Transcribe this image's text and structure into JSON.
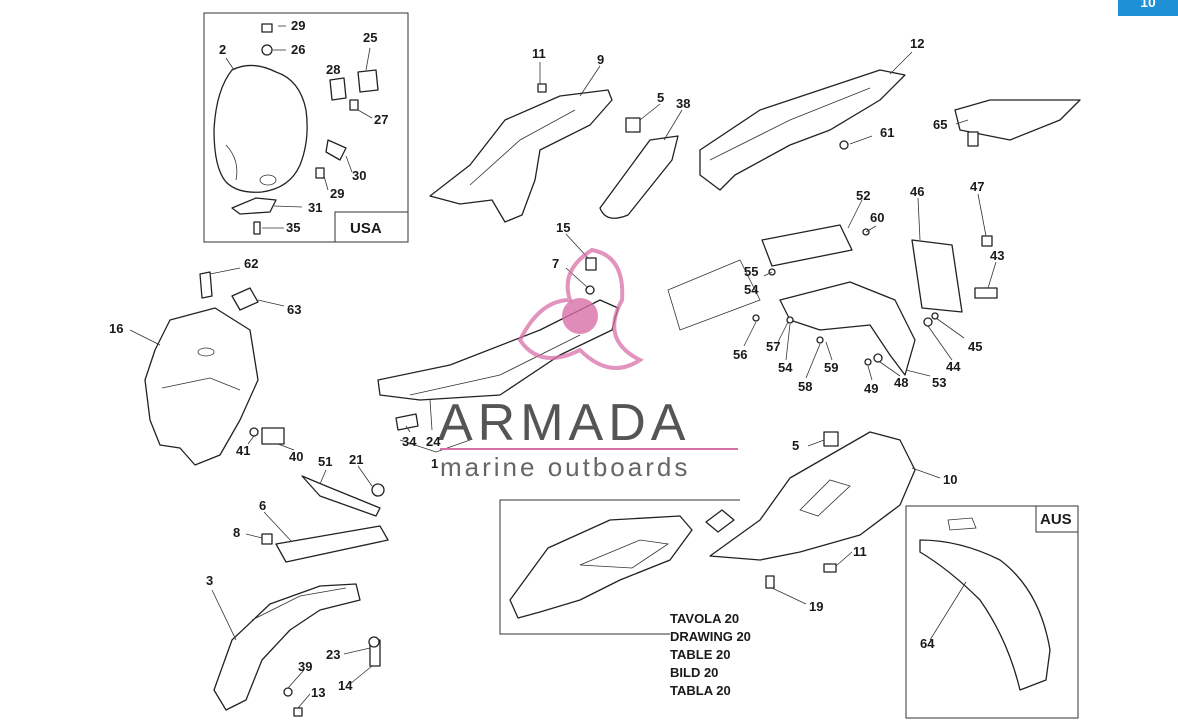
{
  "page_badge": "10",
  "boxes": {
    "usa": "USA",
    "aus": "AUS"
  },
  "caption_lines": [
    "TAVOLA 20",
    "DRAWING 20",
    "TABLE 20",
    "BILD 20",
    "TABLA 20"
  ],
  "watermark": {
    "brand": "ARMADA",
    "tagline": "marine outboards",
    "logo_color": "#d86fa8"
  },
  "callouts": {
    "n1": "1",
    "n2": "2",
    "n3": "3",
    "n5a": "5",
    "n5b": "5",
    "n6": "6",
    "n7": "7",
    "n8": "8",
    "n9": "9",
    "n10": "10",
    "n11a": "11",
    "n11b": "11",
    "n12": "12",
    "n13": "13",
    "n14": "14",
    "n15": "15",
    "n16": "16",
    "n19": "19",
    "n21": "21",
    "n23": "23",
    "n24": "24",
    "n25": "25",
    "n26": "26",
    "n27": "27",
    "n28": "28",
    "n29a": "29",
    "n29b": "29",
    "n30": "30",
    "n31": "31",
    "n34": "34",
    "n35": "35",
    "n38": "38",
    "n39": "39",
    "n40": "40",
    "n41": "41",
    "n43": "43",
    "n44": "44",
    "n45": "45",
    "n46": "46",
    "n47": "47",
    "n48": "48",
    "n49": "49",
    "n51": "51",
    "n52": "52",
    "n53": "53",
    "n54a": "54",
    "n54b": "54",
    "n55": "55",
    "n56": "56",
    "n57": "57",
    "n58": "58",
    "n59": "59",
    "n60": "60",
    "n61": "61",
    "n62": "62",
    "n63": "63",
    "n64": "64",
    "n65": "65"
  }
}
